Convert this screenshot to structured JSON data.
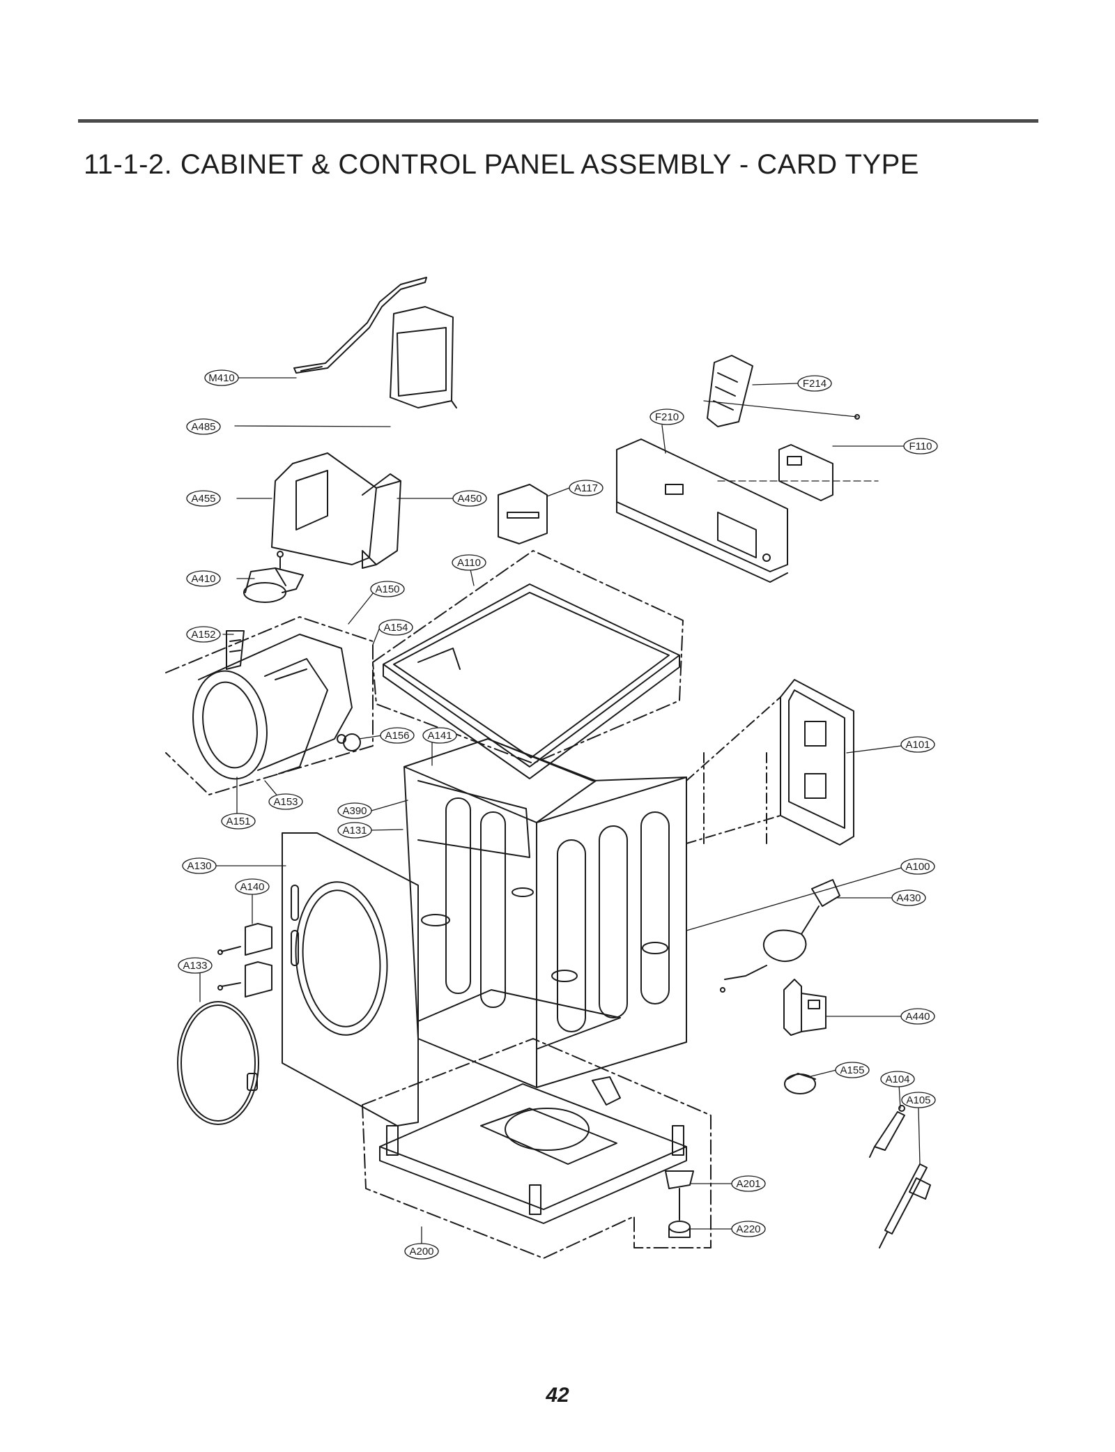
{
  "title": "11-1-2. CABINET & CONTROL PANEL ASSEMBLY - CARD TYPE",
  "page_number": "42",
  "colors": {
    "line": "#1a1a1a",
    "rule": "#4a4a4a",
    "background": "#ffffff"
  },
  "callouts": {
    "M410": "M410",
    "A485": "A485",
    "A455": "A455",
    "A450": "A450",
    "A410": "A410",
    "A150": "A150",
    "A154": "A154",
    "A152": "A152",
    "A156": "A156",
    "A141": "A141",
    "A153": "A153",
    "A151": "A151",
    "A390": "A390",
    "A131": "A131",
    "A130": "A130",
    "A140": "A140",
    "A133": "A133",
    "A110": "A110",
    "A117": "A117",
    "F210": "F210",
    "F214": "F214",
    "F110": "F110",
    "A101": "A101",
    "A100": "A100",
    "A430": "A430",
    "A440": "A440",
    "A155": "A155",
    "A104": "A104",
    "A105": "A105",
    "A201": "A201",
    "A220": "A220",
    "A200": "A200"
  }
}
